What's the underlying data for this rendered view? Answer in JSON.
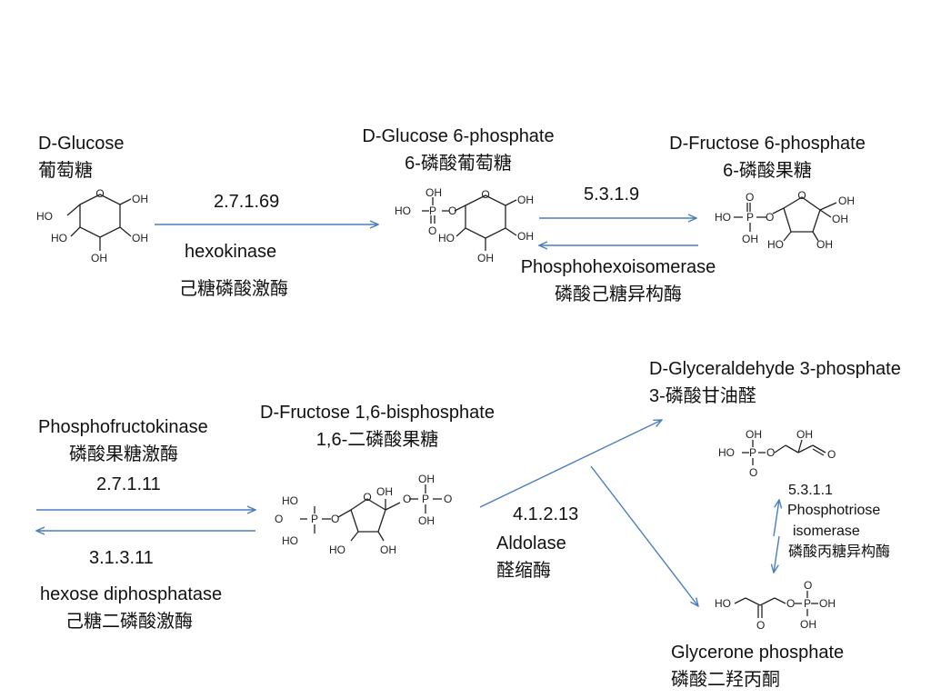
{
  "compounds": {
    "glucose": {
      "name": "D-Glucose",
      "cn": "葡萄糖"
    },
    "g6p": {
      "name": "D-Glucose 6-phosphate",
      "cn": "6-磷酸葡萄糖"
    },
    "f6p": {
      "name": "D-Fructose 6-phosphate",
      "cn": "6-磷酸果糖"
    },
    "f16bp": {
      "name": "D-Fructose 1,6-bisphosphate",
      "cn": "1,6-二磷酸果糖"
    },
    "gap": {
      "name": "D-Glyceraldehyde 3-phosphate",
      "cn": "3-磷酸甘油醛"
    },
    "dhap": {
      "name": "Glycerone phosphate",
      "cn": "磷酸二羟丙酮"
    }
  },
  "enzymes": {
    "hexokinase": {
      "ec": "2.7.1.69",
      "name": "hexokinase",
      "cn": "己糖磷酸激酶"
    },
    "phi": {
      "ec": "5.3.1.9",
      "name": "Phosphohexoisomerase",
      "cn": "磷酸己糖异构酶"
    },
    "pfk": {
      "ec": "2.7.1.11",
      "name": "Phosphofructokinase",
      "cn": "磷酸果糖激酶"
    },
    "fbpase": {
      "ec": "3.1.3.11",
      "name": "hexose diphosphatase",
      "cn": "己糖二磷酸激酶"
    },
    "aldolase": {
      "ec": "4.1.2.13",
      "name": "Aldolase",
      "cn": "醛缩酶"
    },
    "tpi": {
      "ec": "5.3.1.1",
      "name_line1": "Phosphotriose",
      "name_line2": "isomerase",
      "cn": "磷酸丙糖异构酶"
    }
  },
  "atoms": {
    "hydroxyl": "OH",
    "hydroxyl_left": "HO",
    "oxygen": "O",
    "phosphorus": "P"
  },
  "colors": {
    "arrow": "#4a7dbf",
    "text": "#111111",
    "bond": "#222222"
  }
}
